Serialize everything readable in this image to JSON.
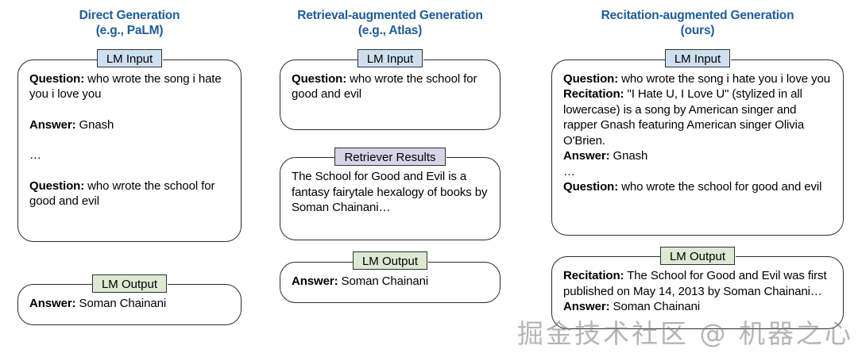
{
  "columns": [
    {
      "title_line1": "Direct Generation",
      "title_line2": "(e.g., PaLM)",
      "blocks": [
        {
          "tag": "LM Input",
          "tag_color": "#cde0f0",
          "lines": [
            {
              "label": "Question:",
              "text": " who wrote the song i hate you i love you"
            },
            {
              "gap": true
            },
            {
              "label": "Answer:",
              "text": " Gnash"
            },
            {
              "gap": true
            },
            {
              "text": "…"
            },
            {
              "gap": true
            },
            {
              "label": "Question:",
              "text": " who wrote the school for good and evil"
            }
          ]
        },
        {
          "tag": "LM Output",
          "tag_color": "#dce9d3",
          "lines": [
            {
              "label": "Answer:",
              "text": " Soman Chainani"
            }
          ]
        }
      ]
    },
    {
      "title_line1": "Retrieval-augmented Generation",
      "title_line2": "(e.g., Atlas)",
      "blocks": [
        {
          "tag": "LM Input",
          "tag_color": "#cde0f0",
          "lines": [
            {
              "label": "Question:",
              "text": " who wrote the school for good and evil"
            }
          ]
        },
        {
          "tag": "Retriever Results",
          "tag_color": "#d8d4e8",
          "lines": [
            {
              "text": "The School for Good and Evil is a fantasy fairytale hexalogy of books by Soman Chainani…"
            }
          ]
        },
        {
          "tag": "LM Output",
          "tag_color": "#dce9d3",
          "lines": [
            {
              "label": "Answer:",
              "text": " Soman Chainani"
            }
          ]
        }
      ]
    },
    {
      "title_line1": "Recitation-augmented Generation",
      "title_line2": "(ours)",
      "blocks": [
        {
          "tag": "LM Input",
          "tag_color": "#cde0f0",
          "lines": [
            {
              "label": "Question:",
              "text": " who wrote the song i hate you i love you"
            },
            {
              "label": "Recitation:",
              "text": " \"I Hate U, I Love U\" (stylized in all lowercase) is a song by American singer and rapper Gnash featuring American singer Olivia O'Brien."
            },
            {
              "label": "Answer:",
              "text": " Gnash"
            },
            {
              "text": "…"
            },
            {
              "label": "Question:",
              "text": " who wrote the school for good and evil"
            }
          ]
        },
        {
          "tag": "LM Output",
          "tag_color": "#dce9d3",
          "lines": [
            {
              "label": "Recitation:",
              "text": " The School for Good and Evil was first published on May 14, 2013 by Soman Chainani…"
            },
            {
              "label": "Answer:",
              "text": " Soman Chainani"
            }
          ]
        }
      ]
    }
  ],
  "watermark": "掘金技术社区 @ 机器之心",
  "colors": {
    "title_blue": "#1f5c99",
    "tag_blue": "#cde0f0",
    "tag_green": "#dce9d3",
    "tag_purple": "#d8d4e8",
    "border": "#2b2b2b"
  }
}
